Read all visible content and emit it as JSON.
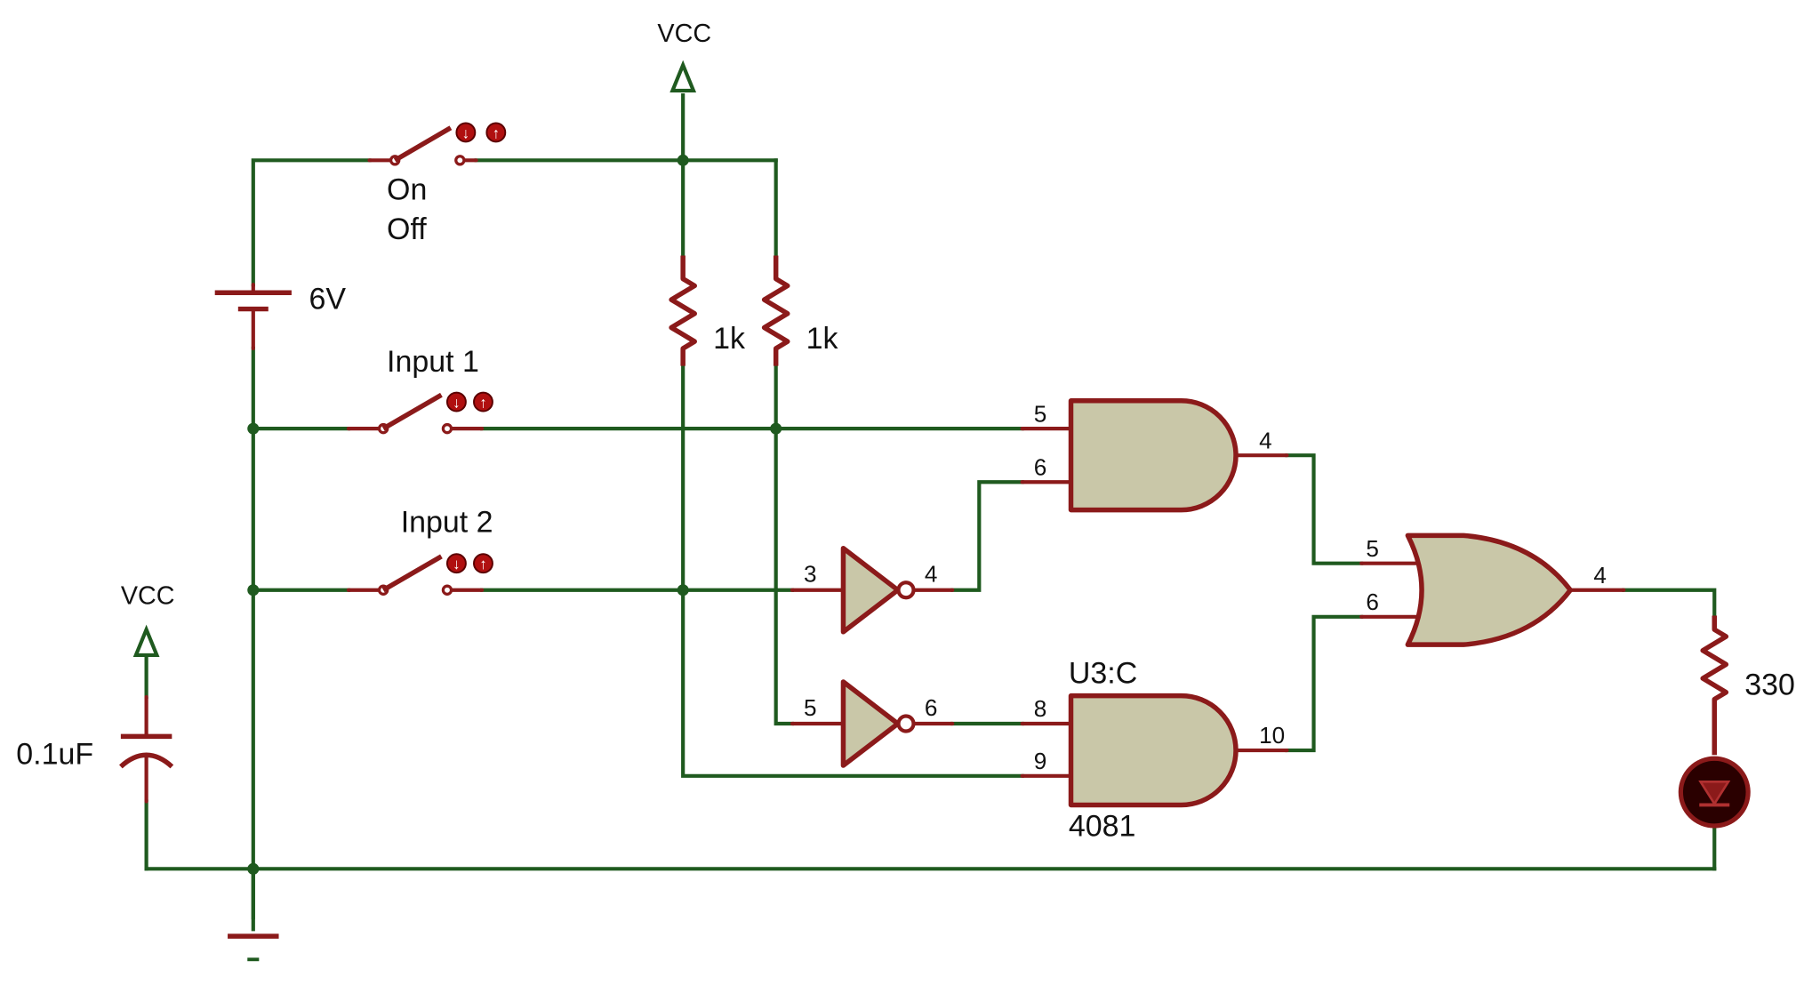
{
  "power_labels": {
    "vcc_top": "VCC",
    "vcc_left": "VCC"
  },
  "components": {
    "power_switch": {
      "label_on": "On",
      "label_off": "Off"
    },
    "battery": {
      "label": "6V"
    },
    "resistor_1": {
      "label": "1k"
    },
    "resistor_2": {
      "label": "1k"
    },
    "input_switch_1": {
      "label": "Input 1"
    },
    "input_switch_2": {
      "label": "Input 2"
    },
    "capacitor": {
      "label": "0.1uF"
    },
    "resistor_led": {
      "label": "330"
    },
    "and_gate_bottom": {
      "ref": "U3:C",
      "part": "4081"
    }
  },
  "pins": {
    "and_top_in_a": "5",
    "and_top_in_b": "6",
    "and_top_out": "4",
    "not_top_in": "3",
    "not_top_out": "4",
    "not_bottom_in": "5",
    "not_bottom_out": "6",
    "and_bottom_in_a": "8",
    "and_bottom_in_b": "9",
    "and_bottom_out": "10",
    "or_in_a": "5",
    "or_in_b": "6",
    "or_out": "4"
  },
  "switch_button_glyphs": [
    "↓",
    "↑"
  ],
  "colors": {
    "wire": "#1f5a1f",
    "component": "#8b1a1a",
    "gate_fill": "#c9c7a8"
  }
}
